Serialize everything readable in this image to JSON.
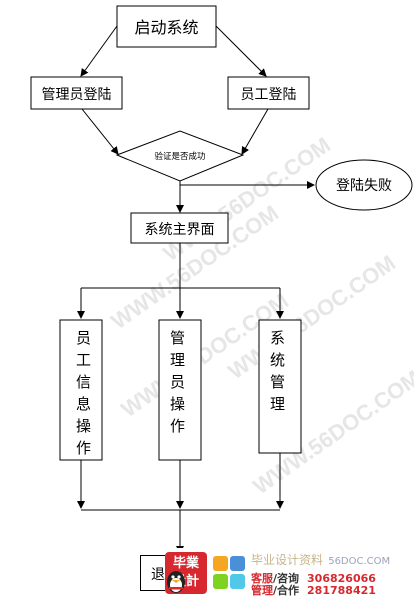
{
  "diagram": {
    "nodes": {
      "start": "启动系统",
      "admin_login": "管理员登陆",
      "staff_login": "员工登陆",
      "verify": "验证是否成功",
      "login_fail": "登陆失败",
      "main_ui": "系统主界面",
      "staff_info": [
        "员",
        "工",
        "信",
        "息",
        "操",
        "作"
      ],
      "admin_op": [
        "管",
        "理",
        "员",
        "操",
        "作"
      ],
      "sys_mgmt": [
        "系",
        "统",
        "管",
        "理"
      ],
      "bottom_partial": "退"
    }
  },
  "watermark": {
    "text": "WWW.56DOC.COM"
  },
  "badge": {
    "logo_text_1": "毕業",
    "logo_text_2": "設計",
    "site_title": "毕业设计资料",
    "site_domain": "56DOC.COM",
    "service_label": "客服",
    "service_sub": "/咨询",
    "service_number": "306826066",
    "manage_label": "管理",
    "manage_sub": "/合作",
    "manage_number": "281788421"
  },
  "colors": {
    "line": "#000000",
    "watermark": "#e4e4e4",
    "badge_red": "#d7282f"
  }
}
